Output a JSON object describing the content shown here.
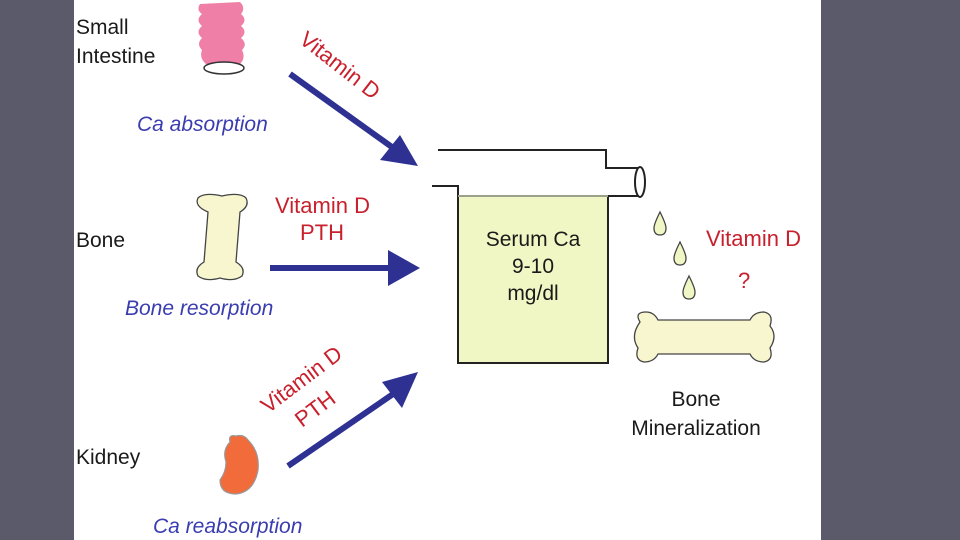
{
  "sources": {
    "intestine": {
      "label_line1": "Small",
      "label_line2": "Intestine",
      "process": "Ca absorption",
      "hormone_line1": "Vitamin D"
    },
    "bone": {
      "label": "Bone",
      "process": "Bone resorption",
      "hormone_line1": "Vitamin D",
      "hormone_line2": "PTH"
    },
    "kidney": {
      "label": "Kidney",
      "process": "Ca reabsorption",
      "hormone_line1": "Vitamin D",
      "hormone_line2": "PTH"
    }
  },
  "tank": {
    "line1": "Serum Ca",
    "line2": "9-10",
    "line3": "mg/dl"
  },
  "outflow": {
    "hormone": "Vitamin D",
    "question": "?",
    "label_line1": "Bone",
    "label_line2": "Mineralization"
  },
  "colors": {
    "arrow": "#2e3192",
    "hormone_text": "#c8202c",
    "process_text": "#3a3db0",
    "serum_fill": "#f1f7c4",
    "bone_fill": "#f8f6cf",
    "intestine": "#f07fa8",
    "kidney": "#f26b3a",
    "sidebar": "#5b5a6b"
  }
}
